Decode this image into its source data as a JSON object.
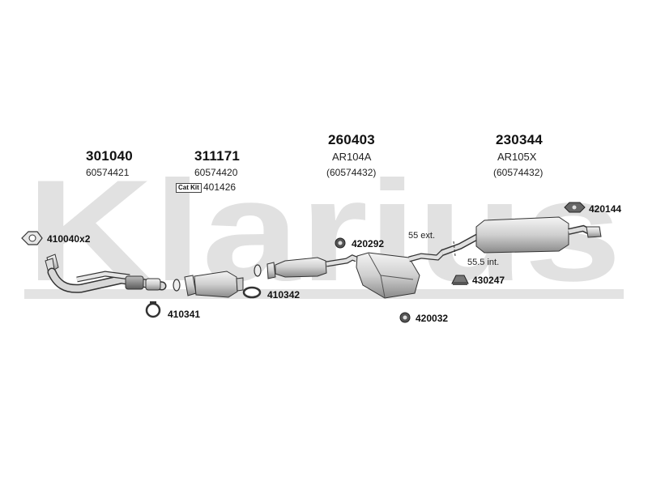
{
  "watermark": {
    "text": "Klarius"
  },
  "groups": [
    {
      "part_number": "301040",
      "ref": "60574421"
    },
    {
      "part_number": "311171",
      "ref": "60574420"
    },
    {
      "part_number": "260403",
      "model": "AR104A",
      "ref": "(60574432)"
    },
    {
      "part_number": "230344",
      "model": "AR105X",
      "ref": "(60574432)"
    }
  ],
  "cat_kit": {
    "badge": "Cat Kit",
    "number": "401426"
  },
  "fittings": {
    "gasket_front": "410040x2",
    "ring_front": "410341",
    "clamp_mid": "410342",
    "rubber_420292": "420292",
    "rubber_420032": "420032",
    "clamp_430247": "430247",
    "rubber_420144": "420144"
  },
  "notes": {
    "ext": "55 ext.",
    "int": "55.5 int."
  },
  "colors": {
    "watermark": "#e1e1e1",
    "part_fill": "#d9d9d9",
    "part_stroke": "#3a3a3a"
  }
}
